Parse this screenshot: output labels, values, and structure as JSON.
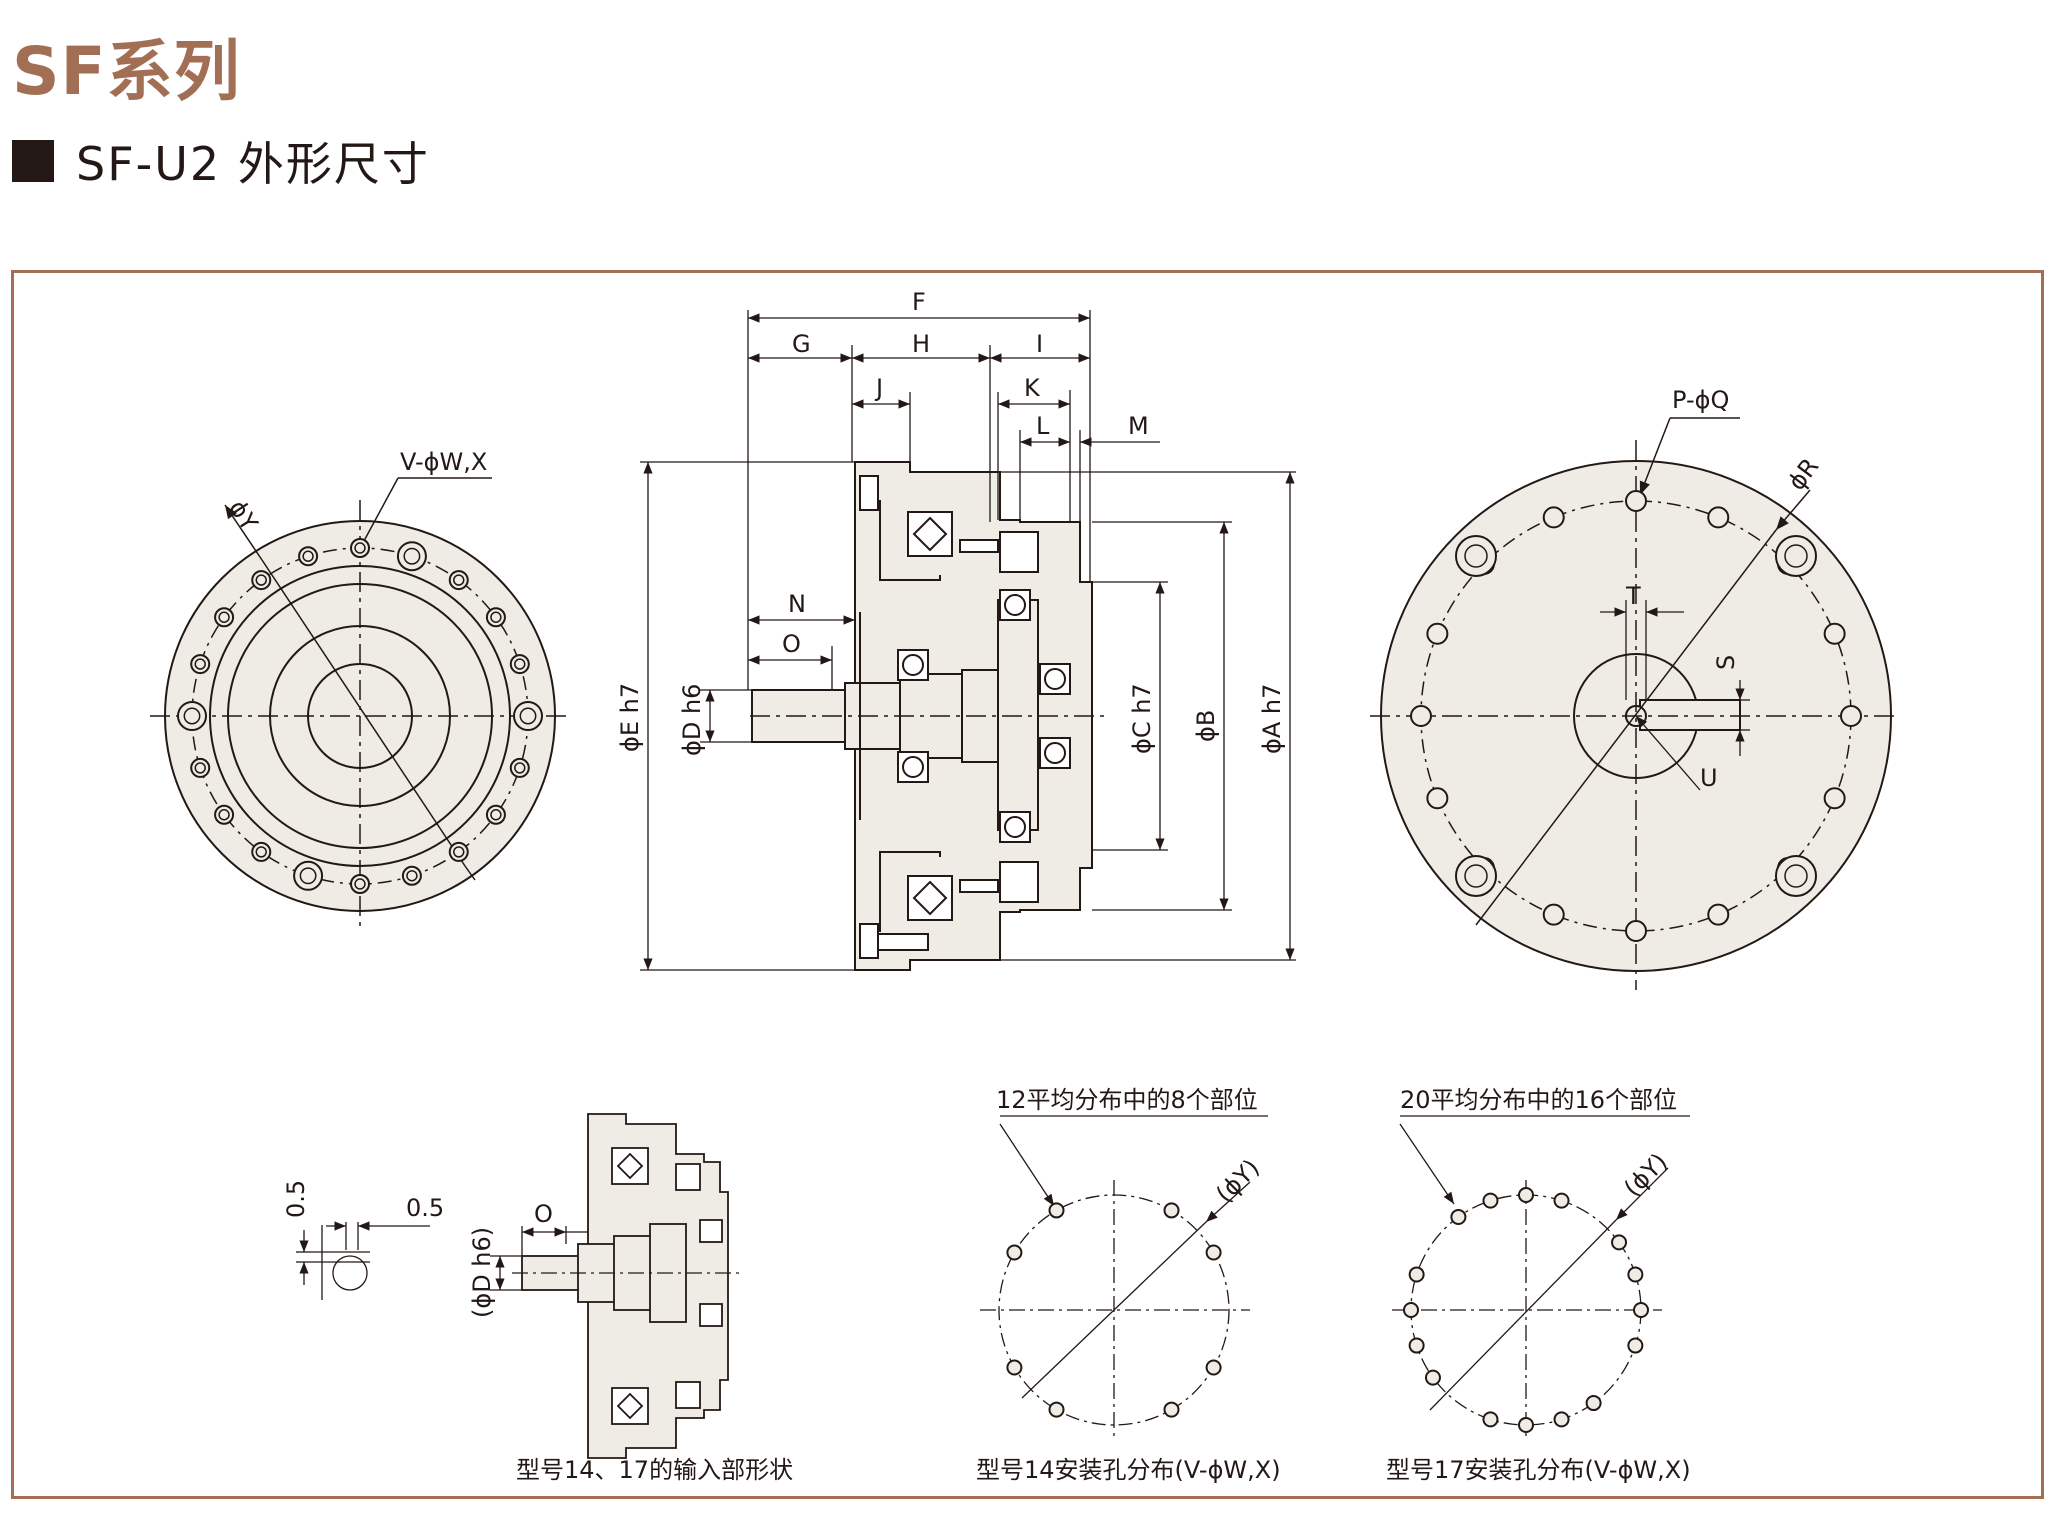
{
  "header": {
    "series_title": "SF系列",
    "subtitle": "SF-U2 外形尺寸"
  },
  "colors": {
    "brand": "#a26f55",
    "line": "#231815",
    "part_fill": "#efece5"
  },
  "labels": {
    "F": "F",
    "G": "G",
    "H": "H",
    "I": "I",
    "J": "J",
    "K": "K",
    "L": "L",
    "M": "M",
    "N": "N",
    "O": "O",
    "E": "ϕE h7",
    "D": "ϕD h6",
    "C": "ϕC h7",
    "B": "ϕB",
    "A": "ϕA h7",
    "VW": "V-ϕW,X",
    "Y": "ϕY",
    "PQ": "P-ϕQ",
    "R": "ϕR",
    "T": "T",
    "S": "S",
    "U": "U",
    "half1": "0.5",
    "half2": "0.5",
    "O2": "O",
    "D2": "(ϕD h6)",
    "Y2": "(ϕY)",
    "Y3": "(ϕY)"
  },
  "captions": {
    "input": "型号14、17的输入部形状",
    "m14_top": "12平均分布中的8个部位",
    "m14_bottom": "型号14安装孔分布(V-ϕW,X)",
    "m17_top": "20平均分布中的16个部位",
    "m17_bottom": "型号17安装孔分布(V-ϕW,X)"
  }
}
